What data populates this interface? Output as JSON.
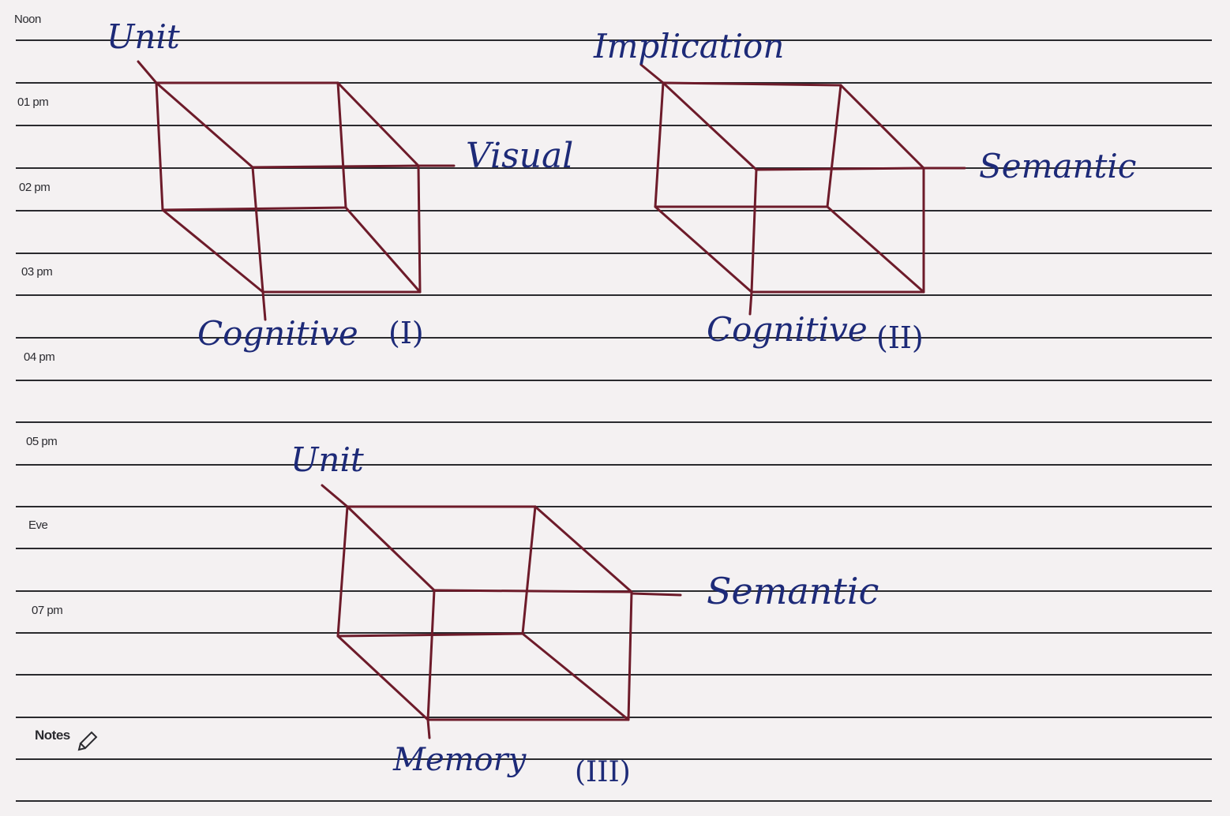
{
  "planner": {
    "time_labels": [
      "Noon",
      "01 pm",
      "02 pm",
      "03 pm",
      "04 pm",
      "05 pm",
      "Eve",
      "07 pm"
    ],
    "notes_label": "Notes",
    "notes_icon": "pencil-icon"
  },
  "diagrams": [
    {
      "id": "I",
      "labels": {
        "top": "Unit",
        "right": "Visual",
        "bottom": "Cognitive",
        "numeral": "(I)"
      }
    },
    {
      "id": "II",
      "labels": {
        "top": "Implication",
        "right": "Semantic",
        "bottom": "Cognitive",
        "numeral": "(II)"
      }
    },
    {
      "id": "III",
      "labels": {
        "top": "Unit",
        "right": "Semantic",
        "bottom": "Memory",
        "numeral": "(III)"
      }
    }
  ],
  "colors": {
    "paper": "#f4f1f2",
    "rule_line": "#2a2a2e",
    "ink_blue": "#1d2a78",
    "ink_red": "#8a1a2a"
  }
}
